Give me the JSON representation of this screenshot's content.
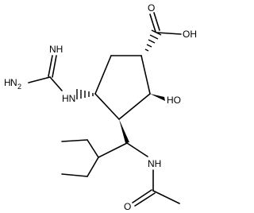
{
  "atoms": {
    "cooh": "OH",
    "carbonyl_o_top": "O",
    "hydroxyl": "HO",
    "imine": "NH",
    "amine_n": "H",
    "amine_n2": "N",
    "amine_h2": "2",
    "guanidine_nh": "HN",
    "amide_nh": "NH",
    "amide_o": "O"
  }
}
